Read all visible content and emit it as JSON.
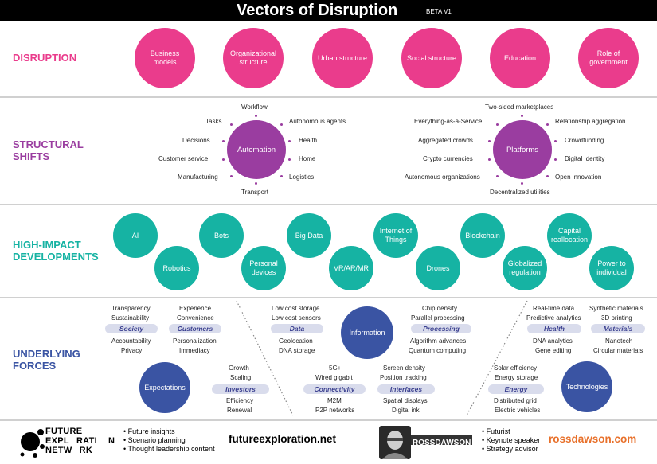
{
  "title": "Vectors of Disruption",
  "badge": "BETA V1",
  "sections": {
    "disruption": {
      "label": "DISRUPTION",
      "items": [
        "Business models",
        "Organizational structure",
        "Urban structure",
        "Social structure",
        "Education",
        "Role of government"
      ]
    },
    "structural": {
      "label_line1": "STRUCTURAL",
      "label_line2": "SHIFTS",
      "automation": {
        "center": "Automation",
        "top": "Workflow",
        "bottom": "Transport",
        "left": [
          "Tasks",
          "Decisions",
          "Customer service",
          "Manufacturing"
        ],
        "right": [
          "Autonomous agents",
          "Health",
          "Home",
          "Logistics"
        ]
      },
      "platforms": {
        "center": "Platforms",
        "top": "Two-sided marketplaces",
        "bottom": "Decentralized utilities",
        "left": [
          "Everything-as-a-Service",
          "Aggregated crowds",
          "Crypto currencies",
          "Autonomous organizations"
        ],
        "right": [
          "Relationship aggregation",
          "Crowdfunding",
          "Digital Identity",
          "Open innovation"
        ]
      }
    },
    "developments": {
      "label_line1": "HIGH-IMPACT",
      "label_line2": "DEVELOPMENTS",
      "top": [
        "AI",
        "Bots",
        "Big Data",
        "Internet of Things",
        "Blockchain",
        "Capital reallocation"
      ],
      "bottom": [
        "Robotics",
        "Personal devices",
        "VR/AR/MR",
        "Drones",
        "Globalized regulation",
        "Power to individual"
      ]
    },
    "forces": {
      "label_line1": "UNDERLYING",
      "label_line2": "FORCES",
      "expectations": "Expectations",
      "information": "Information",
      "technologies": "Technologies",
      "society": {
        "title": "Society",
        "above": [
          "Transparency",
          "Sustainability"
        ],
        "below": [
          "Accountability",
          "Privacy"
        ]
      },
      "customers": {
        "title": "Customers",
        "above": [
          "Experience",
          "Convenience"
        ],
        "below": [
          "Personalization",
          "Immediacy"
        ]
      },
      "investors": {
        "title": "Investors",
        "above": [
          "Growth",
          "Scaling"
        ],
        "below": [
          "Efficiency",
          "Renewal"
        ]
      },
      "data": {
        "title": "Data",
        "above": [
          "Low cost storage",
          "Low cost sensors"
        ],
        "below": [
          "Geolocation",
          "DNA storage"
        ]
      },
      "processing": {
        "title": "Processing",
        "above": [
          "Chip density",
          "Parallel processing"
        ],
        "below": [
          "Algorithm advances",
          "Quantum computing"
        ]
      },
      "connectivity": {
        "title": "Connectivity",
        "above": [
          "5G+",
          "Wired gigabit"
        ],
        "below": [
          "M2M",
          "P2P networks"
        ]
      },
      "interfaces": {
        "title": "Interfaces",
        "above": [
          "Screen density",
          "Position tracking"
        ],
        "below": [
          "Spatial displays",
          "Digital ink"
        ]
      },
      "health": {
        "title": "Health",
        "above": [
          "Real-time data",
          "Predictive analytics"
        ],
        "below": [
          "DNA analytics",
          "Gene editing"
        ]
      },
      "materials": {
        "title": "Materials",
        "above": [
          "Synthetic materials",
          "3D printing"
        ],
        "below": [
          "Nanotech",
          "Circular materials"
        ]
      },
      "energy": {
        "title": "Energy",
        "above": [
          "Solar efficiency",
          "Energy storage"
        ],
        "below": [
          "Distributed grid",
          "Electric vehicles"
        ]
      }
    }
  },
  "footer": {
    "fen_logo": [
      "FUTURE",
      "EXPL",
      "NETW"
    ],
    "fen_logo_b": [
      "RATI",
      "RK"
    ],
    "fen_logo_n": "N",
    "fen_bullets": [
      "• Future insights",
      "• Scenario planning",
      "• Thought leadership content"
    ],
    "fen_url": "futureexploration.net",
    "rd_logo": "ROSSDAWSON",
    "rd_bullets": [
      "• Futurist",
      "• Keynote speaker",
      "• Strategy advisor"
    ],
    "rd_url": "rossdawson.com"
  },
  "colors": {
    "pink": "#ea3c8c",
    "purple": "#9a3da0",
    "teal": "#16b3a3",
    "navy": "#3a54a3",
    "orange": "#e8702a"
  }
}
